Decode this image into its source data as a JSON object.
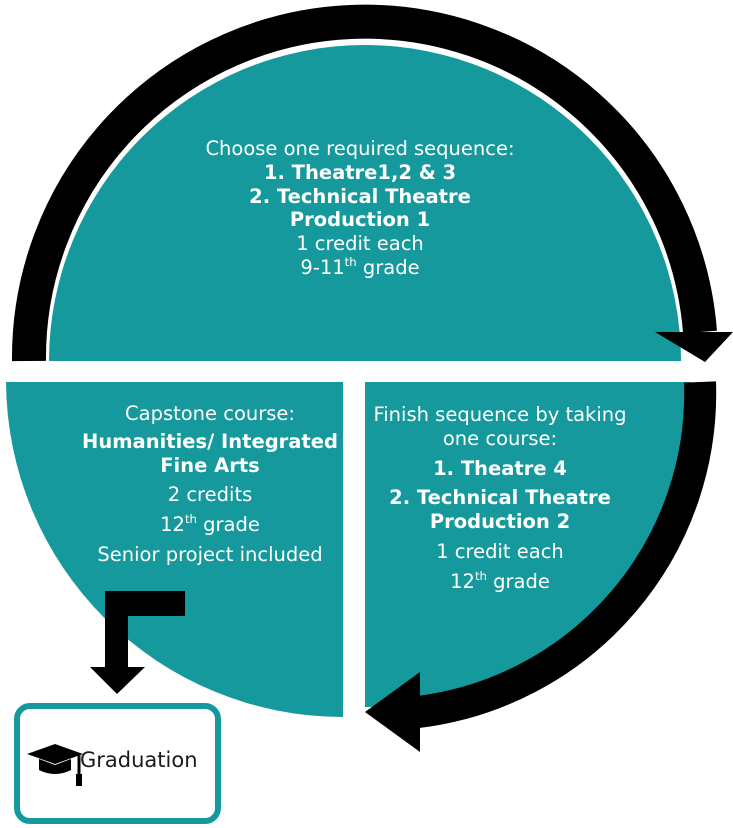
{
  "colors": {
    "teal": "#16999c",
    "black": "#000000",
    "white": "#ffffff"
  },
  "top_block": {
    "intro": "Choose one required sequence:",
    "option1": "1. Theatre1,2 & 3",
    "option2_line1": "2. Technical Theatre",
    "option2_line2": "Production 1",
    "credits": "1 credit each",
    "grade_prefix": "9-11",
    "grade_sup": "th",
    "grade_suffix": " grade"
  },
  "left_block": {
    "heading": "Capstone course:",
    "course_line1": "Humanities/ Integrated",
    "course_line2": "Fine Arts",
    "credits": "2 credits",
    "grade_prefix": "12",
    "grade_sup": "th",
    "grade_suffix": " grade",
    "note": "Senior project included"
  },
  "right_block": {
    "heading_line1": "Finish sequence by taking",
    "heading_line2": "one course:",
    "option1": "1. Theatre 4",
    "option2_line1": "2. Technical Theatre",
    "option2_line2": "Production 2",
    "credits": "1 credit each",
    "grade_prefix": "12",
    "grade_sup": "th",
    "grade_suffix": " grade"
  },
  "graduation": {
    "label": "Graduation",
    "icon": "graduation-cap-icon"
  }
}
